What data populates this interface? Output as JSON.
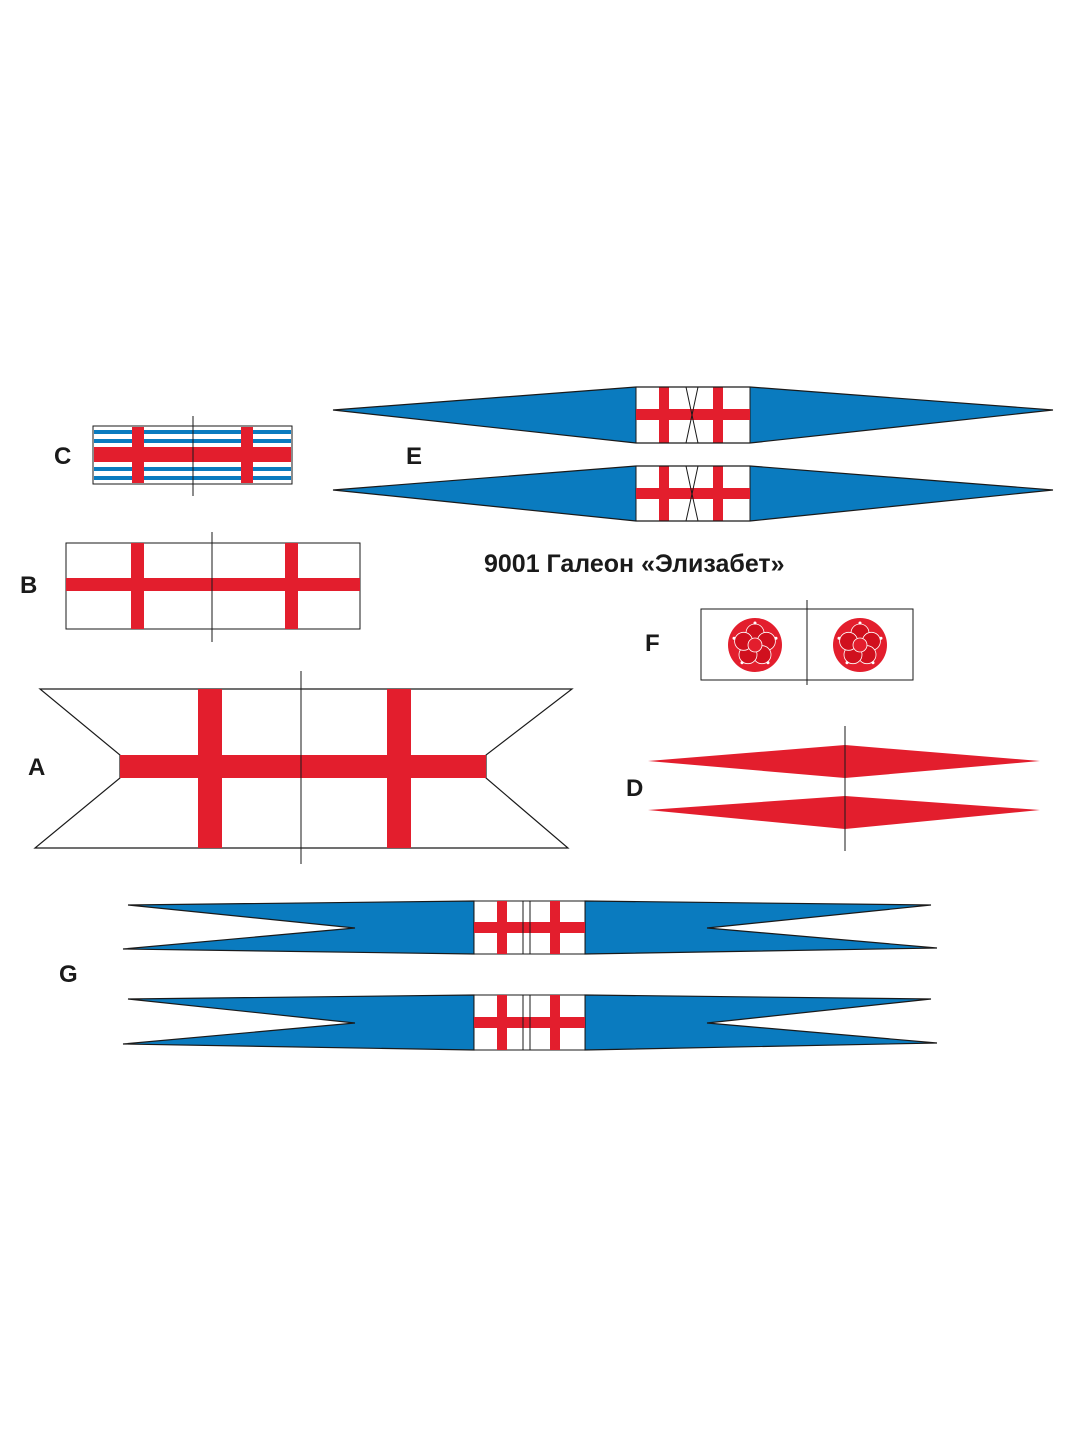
{
  "title": "9001 Галеон «Элизабет»",
  "labels": {
    "A": "A",
    "B": "B",
    "C": "C",
    "D": "D",
    "E": "E",
    "F": "F",
    "G": "G"
  },
  "colors": {
    "red": "#e31e2d",
    "blue": "#0a7bbf",
    "white": "#ffffff",
    "outline": "#1a1a1a"
  },
  "icons": {
    "rose": "tudor-rose-icon"
  }
}
